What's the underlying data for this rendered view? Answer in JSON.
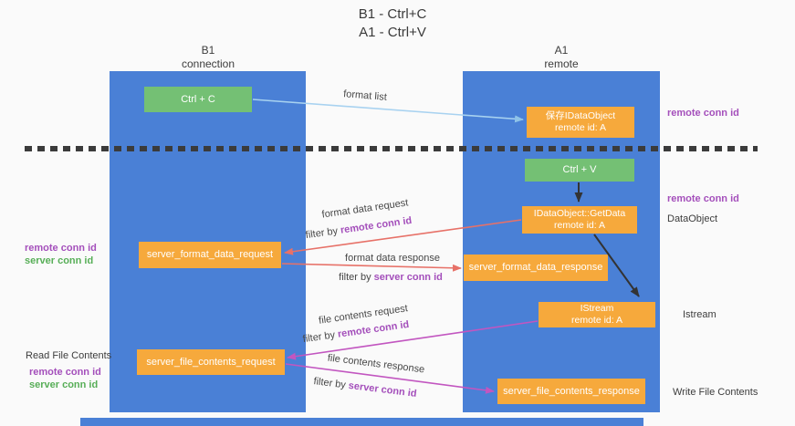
{
  "title": {
    "line1": "B1 - Ctrl+C",
    "line2": "A1 - Ctrl+V"
  },
  "lanes": {
    "b1": {
      "name": "B1",
      "role": "connection"
    },
    "a1": {
      "name": "A1",
      "role": "remote"
    }
  },
  "nodes": {
    "ctrl_c": {
      "label": "Ctrl + C"
    },
    "save_idataobject": {
      "line1": "保存IDataObject",
      "line2": "remote id: A"
    },
    "ctrl_v": {
      "label": "Ctrl + V"
    },
    "getdata": {
      "line1": "IDataObject::GetData",
      "line2": "remote id: A"
    },
    "istream": {
      "line1": "IStream",
      "line2": "remote id: A"
    },
    "server_format_data_request": {
      "label": "server_format_data_request"
    },
    "server_format_data_response": {
      "label": "server_format_data_response"
    },
    "server_file_contents_request": {
      "label": "server_file_contents_request"
    },
    "server_file_contents_response": {
      "label": "server_file_contents_response"
    }
  },
  "side_labels": {
    "remote_conn_id": "remote conn id",
    "server_conn_id": "server conn id",
    "dataobject": "DataObject",
    "istream": "Istream",
    "write_file_contents": "Write File Contents",
    "read_file_contents": "Read File Contents"
  },
  "arrows": {
    "format_list": "format list",
    "format_data_request": "format data request",
    "format_data_response": "format data response",
    "file_contents_request": "file contents request",
    "file_contents_response": "file contents response",
    "filter_by": "filter by ",
    "remote_conn_id": "remote conn id",
    "server_conn_id": "server conn id"
  },
  "colors": {
    "lane_blue": "#4a80d6",
    "node_green": "#74c074",
    "node_orange": "#f6a93c",
    "arrow_red": "#e77168",
    "arrow_magenta": "#c256c0",
    "arrow_lightblue": "#a8d2f0",
    "arrow_black": "#333333",
    "label_purple": "#a44fbb",
    "label_green": "#57ae57"
  }
}
